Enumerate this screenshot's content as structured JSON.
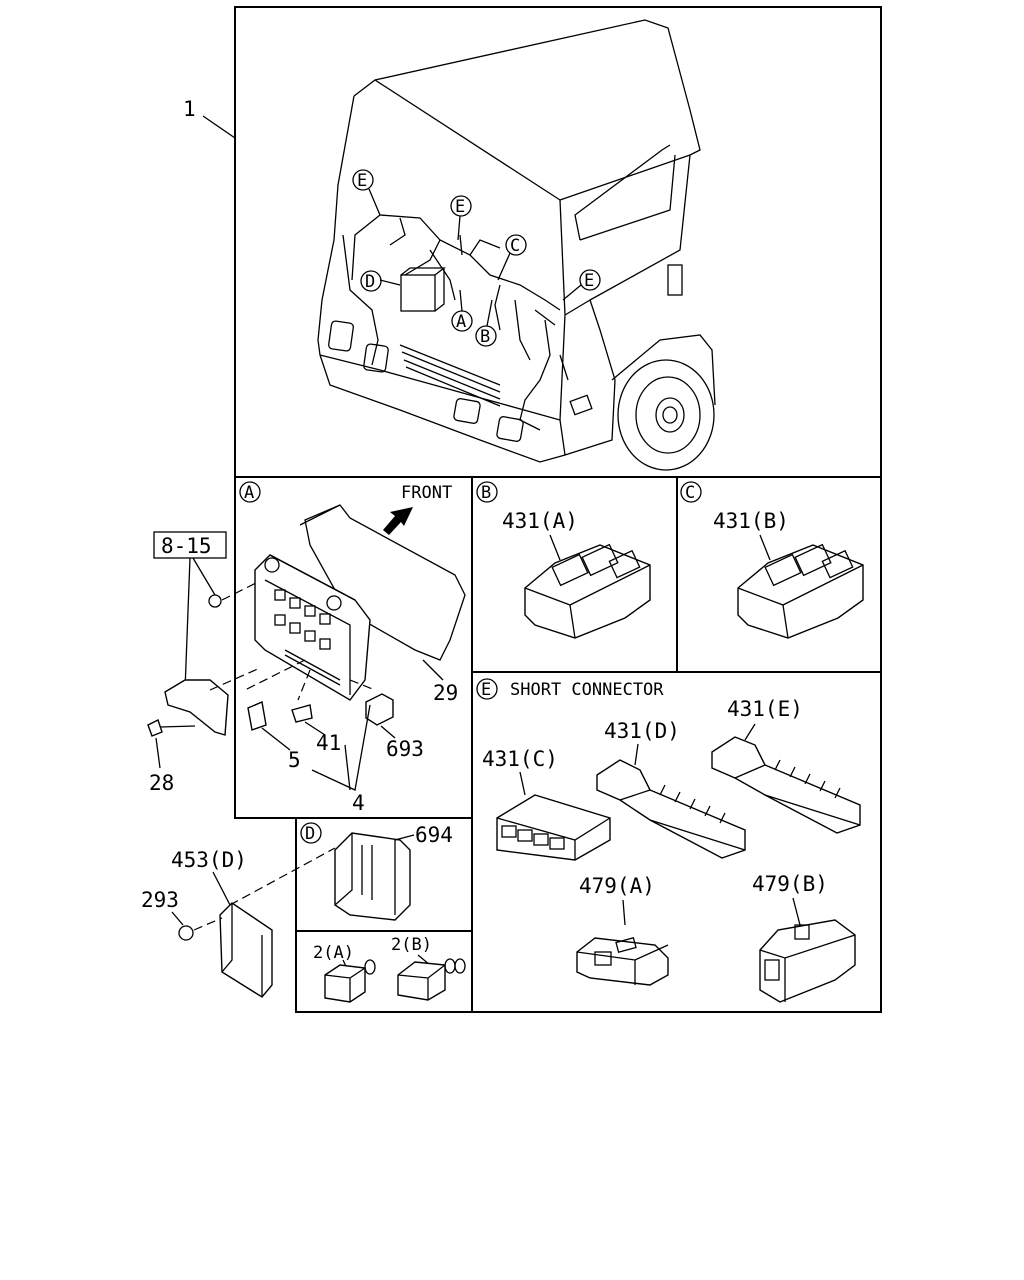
{
  "callouts": {
    "main_assembly": "1",
    "bolt_group": "8-15",
    "bolt": "28",
    "cover": "29",
    "relay_5": "5",
    "fuse_41": "41",
    "fuse_assy": "4",
    "relay_693": "693",
    "relay_694": "694",
    "bracket_453d": "453(D)",
    "nut_293": "293"
  },
  "truck_view": {
    "markers": [
      "E",
      "E",
      "C",
      "E",
      "D",
      "A",
      "B"
    ]
  },
  "section_a": {
    "letter": "A",
    "direction_label": "FRONT"
  },
  "section_b": {
    "letter": "B",
    "part": "431(A)"
  },
  "section_c": {
    "letter": "C",
    "part": "431(B)"
  },
  "section_d": {
    "letter": "D",
    "relay_a": "2(A)",
    "relay_b": "2(B)"
  },
  "section_e": {
    "letter": "E",
    "title": "SHORT CONNECTOR",
    "parts": [
      "431(C)",
      "431(D)",
      "431(E)",
      "479(A)",
      "479(B)"
    ]
  }
}
